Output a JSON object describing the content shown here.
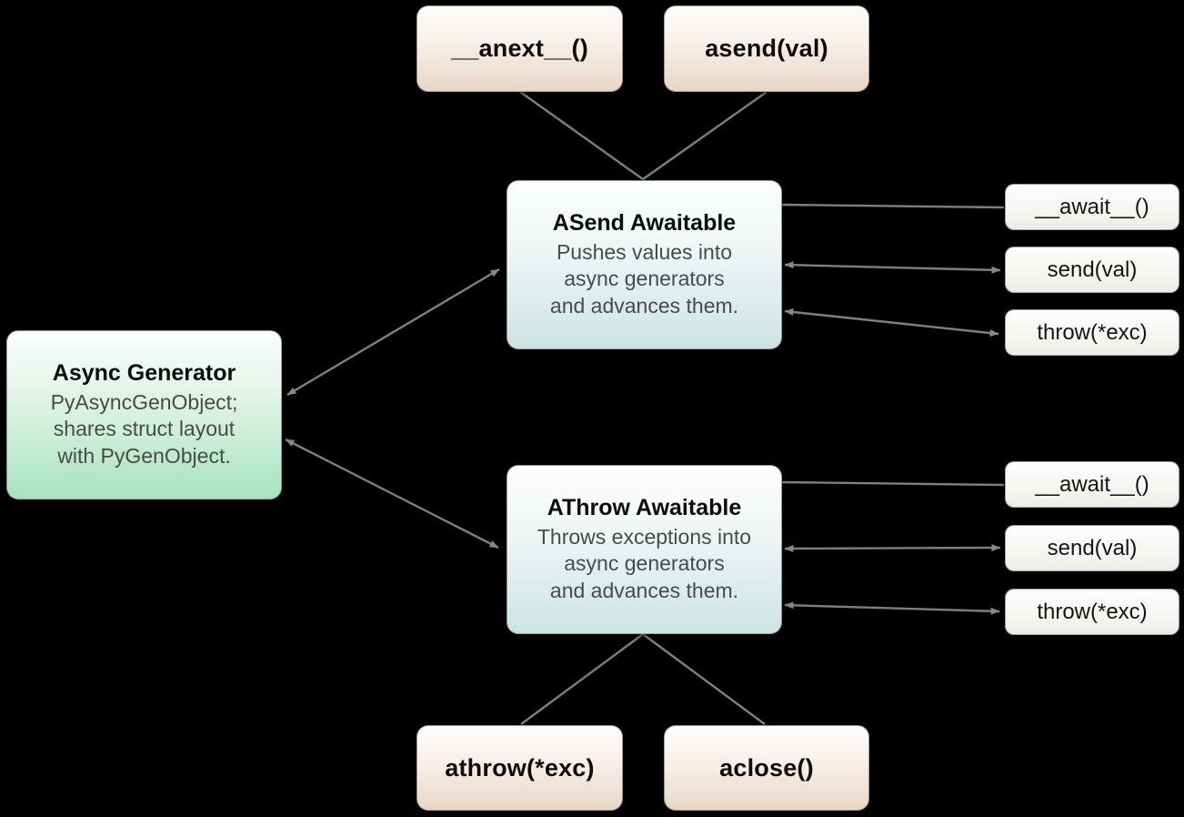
{
  "diagram": {
    "background_color": "#000000",
    "nodes": {
      "anext_method": {
        "label": "__anext__()"
      },
      "asend_method": {
        "label": "asend(val)"
      },
      "asend_awaitable": {
        "title": "ASend Awaitable",
        "description": "Pushes values into\nasync generators\nand advances them."
      },
      "async_generator": {
        "title": "Async Generator",
        "description": "PyAsyncGenObject;\nshares struct layout\nwith PyGenObject."
      },
      "athrow_awaitable": {
        "title": "AThrow Awaitable",
        "description": "Throws exceptions into\nasync generators\nand advances them."
      },
      "asend_await_method": {
        "label": "__await__()"
      },
      "asend_send_method": {
        "label": "send(val)"
      },
      "asend_throw_method": {
        "label": "throw(*exc)"
      },
      "athrow_await_method": {
        "label": "__await__()"
      },
      "athrow_send_method": {
        "label": "send(val)"
      },
      "athrow_throw_method": {
        "label": "throw(*exc)"
      },
      "athrow_method": {
        "label": "athrow(*exc)"
      },
      "aclose_method": {
        "label": "aclose()"
      }
    },
    "colors": {
      "agen_method_fill_bottom": "#e9d6c5",
      "awaitable_fill_bottom": "#cde4e4",
      "generator_fill_bottom": "#a9e3c0",
      "small_method_fill_bottom": "#eeece6",
      "edge_stroke": "#7f7f7f",
      "title_text": "#0d0d0d",
      "body_text": "#4a4a4a"
    }
  }
}
